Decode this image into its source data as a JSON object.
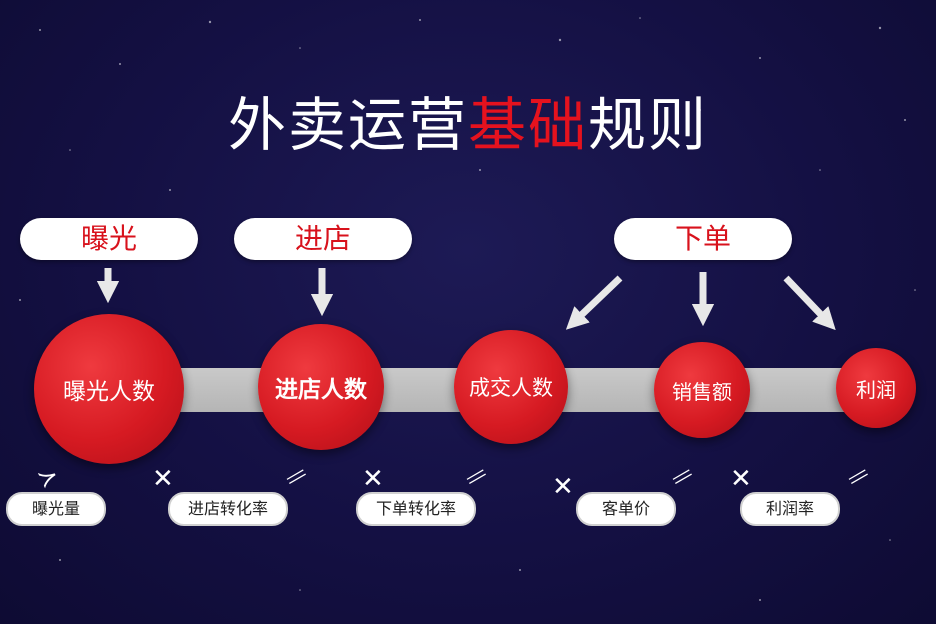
{
  "title": {
    "part1": "外卖运营",
    "highlight": "基础",
    "part2": "规则"
  },
  "top_labels": {
    "exposure": "曝光",
    "store_visit": "进店",
    "order": "下单"
  },
  "circles": {
    "exposure_users": "曝光人数",
    "store_users": "进店人数",
    "deal_users": "成交人数",
    "sales": "销售额",
    "profit": "利润"
  },
  "bottom_labels": {
    "exposure_volume": "曝光量",
    "store_conversion": "进店转化率",
    "order_conversion": "下单转化率",
    "unit_price": "客单价",
    "profit_rate": "利润率"
  },
  "operators": {
    "approx": "≻",
    "multiply_1": "✕",
    "equals_1": "=",
    "multiply_2": "✕",
    "equals_2": "=",
    "multiply_3": "✕",
    "equals_3": "=",
    "multiply_4": "✕",
    "equals_4": "="
  },
  "colors": {
    "background": "#141043",
    "accent_red": "#e5121e",
    "circle_red": "#d61a22",
    "bar_gray": "#bdbdbd",
    "label_white": "#ffffff"
  }
}
